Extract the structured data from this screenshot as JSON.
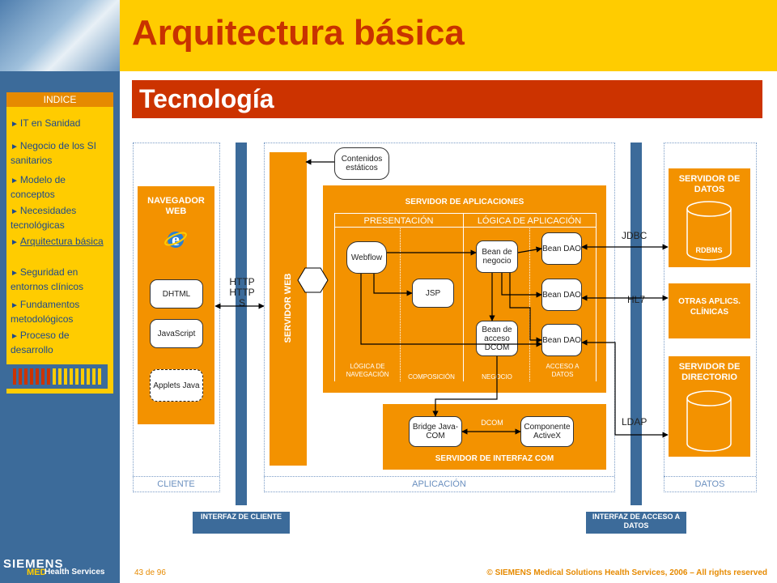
{
  "header": {
    "title": "Arquitectura básica",
    "subtitle": "Tecnología"
  },
  "index": {
    "heading": "INDICE",
    "items": [
      {
        "label": "IT en Sanidad"
      },
      {
        "label": "Negocio de los SI sanitarios"
      },
      {
        "label": "Modelo de conceptos"
      },
      {
        "label": "Necesidades tecnológicas"
      },
      {
        "label": "Arquitectura básica",
        "current": true
      },
      {
        "label": "Seguridad en entornos clínicos"
      },
      {
        "label": "Fundamentos metodológicos"
      },
      {
        "label": "Proceso de desarrollo"
      }
    ]
  },
  "diagram": {
    "regions": {
      "cliente": "CLIENTE",
      "aplicacion": "APLICACIÓN",
      "datos": "DATOS"
    },
    "navegador": {
      "title": "NAVEGADOR WEB",
      "items": [
        "DHTML",
        "JavaScript",
        "Applets Java"
      ]
    },
    "servidor_web": "SERVIDOR WEB",
    "contenidos": "Contenidos estáticos",
    "servidor_apps": {
      "title": "SERVIDOR DE APLICACIONES",
      "presentacion": "PRESENTACIÓN",
      "logica": "LÓGICA DE APLICACIÓN",
      "nodes": {
        "webflow": "Webflow",
        "jsp": "JSP",
        "bean_negocio": "Bean de negocio",
        "bean_dcom": "Bean de acceso DCOM",
        "dao1": "Bean DAO",
        "dao2": "Bean DAO",
        "dao3": "Bean DAO"
      },
      "layers": {
        "navegacion": "LÓGICA DE NAVEGACIÓN",
        "composicion": "COMPOSICIÓN",
        "negocio": "NEGOCIO",
        "acceso": "ACCESO A DATOS"
      }
    },
    "servidor_com": {
      "title": "SERVIDOR DE INTERFAZ COM",
      "bridge": "Bridge Java-COM",
      "componente": "Componente ActiveX",
      "dcom": "DCOM"
    },
    "protocols": {
      "http": "HTTP HTTP S",
      "jdbc": "JDBC",
      "hl7": "HL7",
      "ldap": "LDAP"
    },
    "datos": {
      "servidor_datos": "SERVIDOR DE DATOS",
      "rdbms": "RDBMS",
      "otras": "OTRAS APLICS. CLÍNICAS",
      "directorio": "SERVIDOR DE DIRECTORIO"
    },
    "interfaces": {
      "cliente": "INTERFAZ DE CLIENTE",
      "datos": "INTERFAZ DE ACCESO A DATOS"
    }
  },
  "footer": {
    "brand": "SIEMENS",
    "brand_sub": "MED",
    "brand_unit": "Health Services",
    "page": "43 de 96",
    "copyright": "© SIEMENS Medical Solutions Health Services, 2006 – All rights reserved"
  },
  "colors": {
    "orange": "#f39200",
    "red": "#cc3300",
    "yellow": "#ffcc00",
    "blue": "#3c6b9a"
  }
}
